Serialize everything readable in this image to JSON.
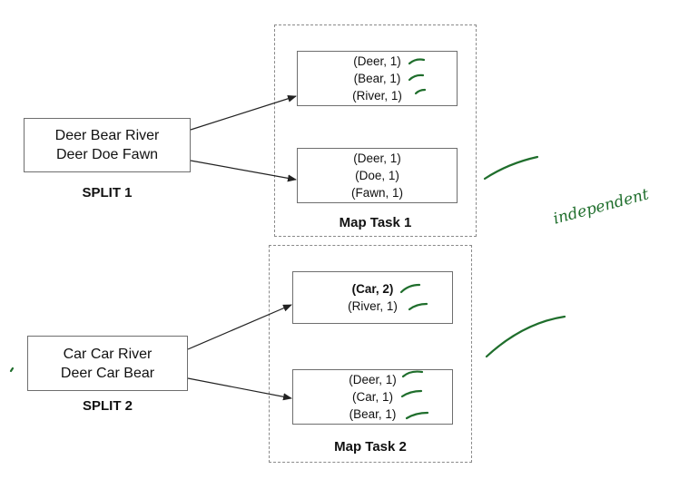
{
  "splits": [
    {
      "lines": [
        "Deer Bear River",
        "Deer Doe Fawn"
      ],
      "label": "SPLIT 1"
    },
    {
      "lines": [
        "Car Car River",
        "Deer Car Bear"
      ],
      "label": "SPLIT 2"
    }
  ],
  "map_tasks": [
    {
      "label": "Map Task 1",
      "boxes": [
        [
          "(Deer, 1)",
          "(Bear, 1)",
          "(River, 1)"
        ],
        [
          "(Deer, 1)",
          "(Doe, 1)",
          "(Fawn, 1)"
        ]
      ]
    },
    {
      "label": "Map Task 2",
      "boxes": [
        [
          "(Car, 2)",
          "(River, 1)"
        ],
        [
          "(Deer, 1)",
          "(Car, 1)",
          "(Bear, 1)"
        ]
      ]
    }
  ],
  "annotation": {
    "text": "independent",
    "color": "#1f6e2c"
  },
  "colors": {
    "line": "#222222",
    "border": "#6e6e6e",
    "dashed": "#8a8a8a"
  }
}
